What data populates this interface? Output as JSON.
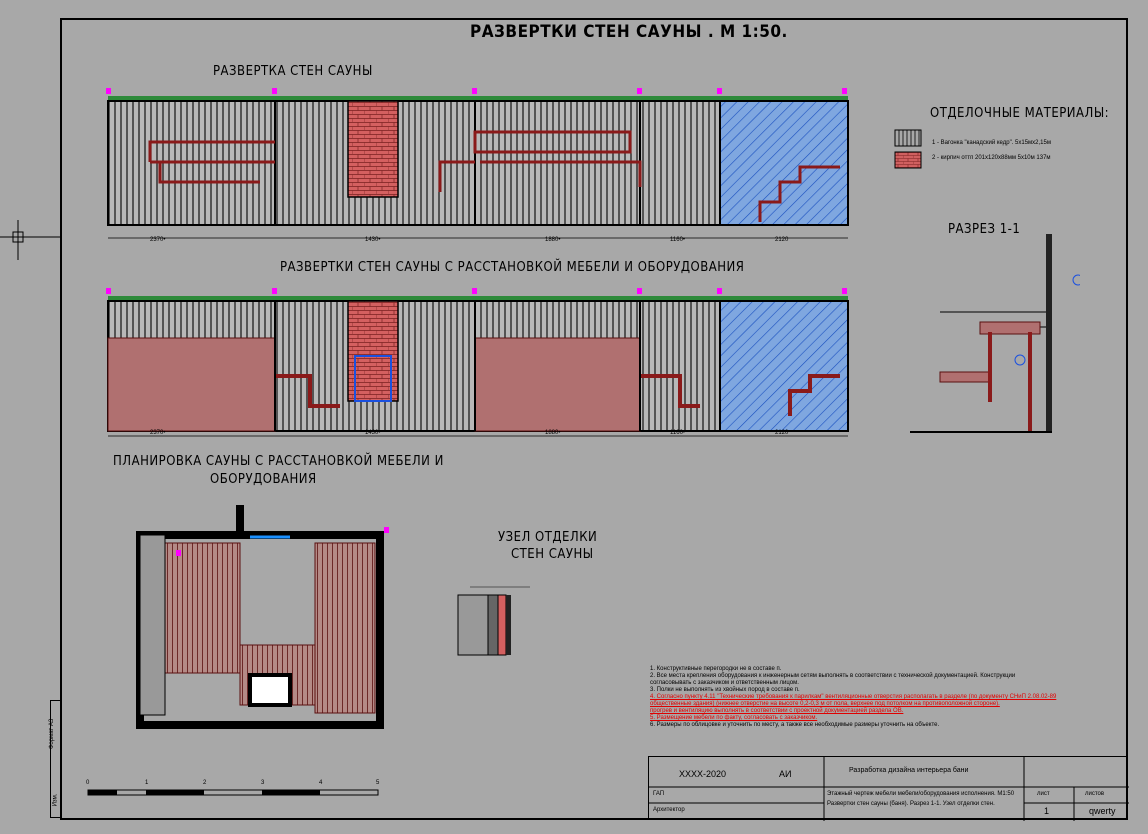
{
  "drawing": {
    "main_title": "РАЗВЕРТКИ СТЕН САУНЫ . М 1:50.",
    "section_walls": "РАЗВЕРТКА СТЕН САУНЫ",
    "section_walls_furniture": "РАЗВЕРТКИ СТЕН САУНЫ С РАССТАНОВКОЙ МЕБЕЛИ И ОБОРУДОВАНИЯ",
    "section_plan_line1": "ПЛАНИРОВКА САУНЫ С РАССТАНОВКОЙ МЕБЕЛИ И",
    "section_plan_line2": "ОБОРУДОВАНИЯ",
    "section_node_line1": "УЗЕЛ ОТДЕЛКИ",
    "section_node_line2": "СТЕН САУНЫ",
    "section_cut": "РАЗРЕЗ 1-1",
    "materials_title": "ОТДЕЛОЧНЫЕ МАТЕРИАЛЫ:",
    "materials": [
      {
        "label": "1 - Вагонка \"канадский кедр\". 5х15мх2,15м",
        "pattern": "vertical-lines"
      },
      {
        "label": "2 - кирпич оттп 201х120х88мм 5х10м 137м",
        "pattern": "brick"
      }
    ],
    "scale_ticks": [
      "0",
      "1",
      "2",
      "3",
      "4",
      "5"
    ],
    "dims_top": [
      "2370•",
      "1430•",
      "1880•",
      "1160•",
      "2120"
    ],
    "dims_mid": [
      "2370•",
      "1430•",
      "1880•",
      "1160•",
      "2120"
    ]
  },
  "notes": [
    {
      "text": "1. Конструктивные перегородки не в составе п.",
      "red": false
    },
    {
      "text": "2. Все места крепления оборудования к инженерным сетям выполнять в соответствии с технической документацией. Конструкции",
      "red": false
    },
    {
      "text": "согласовывать с заказчиком и ответственным лицом.",
      "red": false
    },
    {
      "text": "3. Полки не выполнять из хвойных пород в составе п.",
      "red": false
    },
    {
      "text": "4. Согласно пункту 4.11 \"Технические требования к парилкам\" вентиляционные отверстия располагать в разделе (по документу СНиП 2.08.02-89",
      "red": true
    },
    {
      "text": "общественные здания) (нижнее отверстие на высоте 0,2-0,3 м от пола, верхнее под потолком на противоположной стороне).",
      "red": true
    },
    {
      "text": "прогрев и вентиляцию выполнять в соответствии с проектной документацией раздела ОВ.",
      "red": true
    },
    {
      "text": "5. Размещение мебели по факту, согласовать с заказчиком.",
      "red": true
    },
    {
      "text": "6. Размеры по облицовке и уточнить по месту, а также все необходимые размеры уточнить на объекте.",
      "red": false
    }
  ],
  "stamp": {
    "code": "XXXX-2020",
    "stage": "АИ",
    "project": "Разработка дизайна интерьера бани",
    "sheet_title": "Развертки стен сауны (баня). Разрез 1-1. Узел отделки стен.",
    "sheet_title_2": "Этажный чертеж мебели мебели/оборудования исполнения. М1:50",
    "label_sheet": "лист",
    "label_sheets": "листов",
    "sheet_num": "1",
    "sheets_val": "qwerty",
    "gip": "ГАП",
    "author": "Архитектор"
  },
  "side": {
    "text1": "Формат А3",
    "text2": "Изм."
  },
  "colors": {
    "background": "#a8a8a8",
    "wall_fill": "#b48a86",
    "wood_red": "#8a1a1a",
    "brick": "#c85050",
    "glass": "#3a7bd8",
    "green": "#2d8a3a",
    "magenta": "#ff00ff",
    "note_red": "#e00000"
  }
}
